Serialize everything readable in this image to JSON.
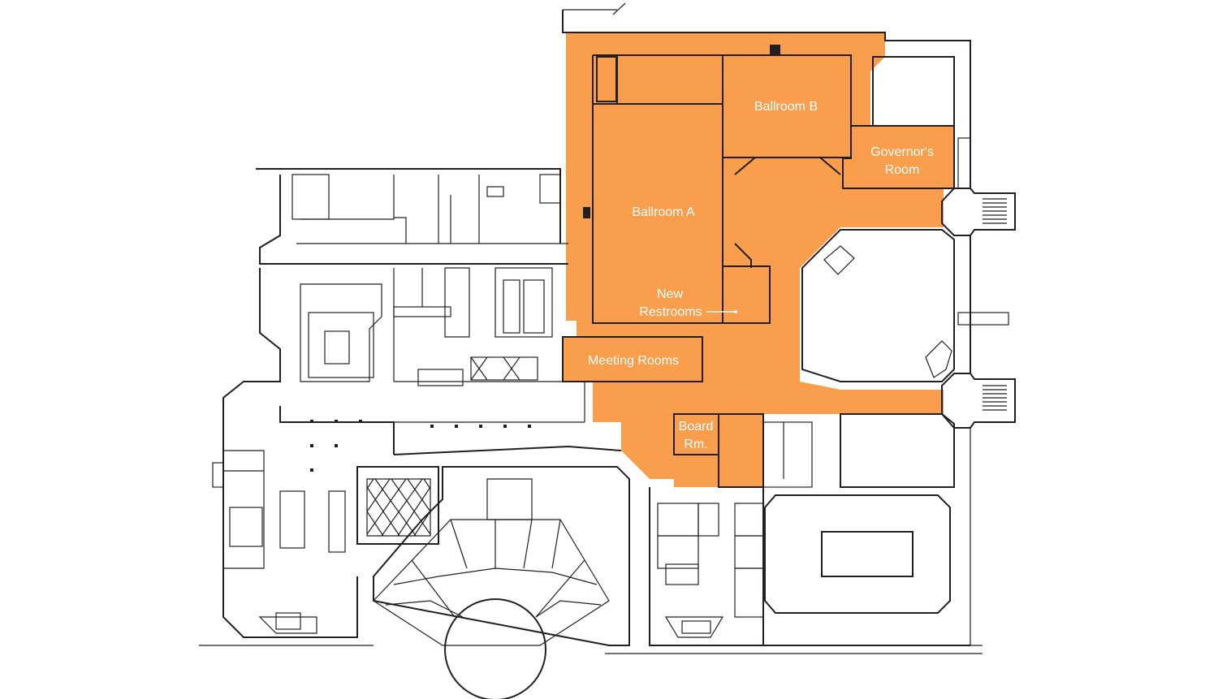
{
  "colors": {
    "highlight": "#f89e4d",
    "wall": "#231f20",
    "label": "#ffffff"
  },
  "labels": {
    "ballroom_b": "Ballroom B",
    "governors_room_line1": "Governor's",
    "governors_room_line2": "Room",
    "ballroom_a": "Ballroom A",
    "new_restrooms_line1": "New",
    "new_restrooms_line2": "Restrooms",
    "meeting_rooms": "Meeting Rooms",
    "board_room_line1": "Board",
    "board_room_line2": "Rm."
  }
}
